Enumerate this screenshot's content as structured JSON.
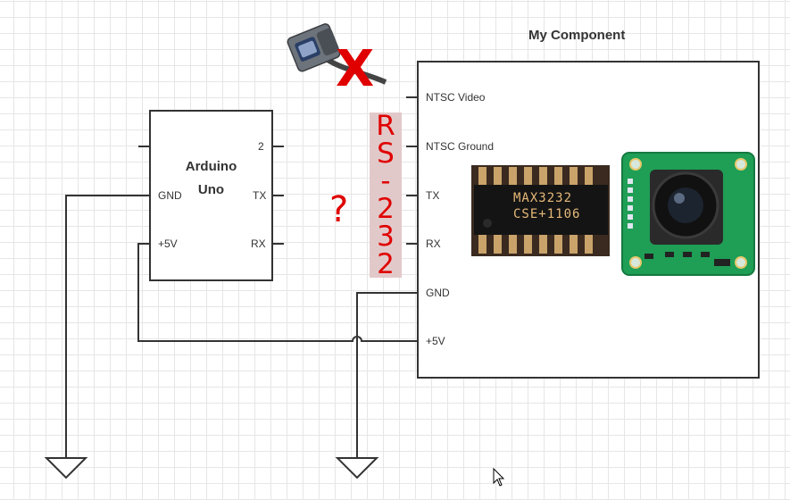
{
  "components": {
    "arduino": {
      "name_line1": "Arduino",
      "name_line2": "Uno",
      "pins": {
        "gnd": "GND",
        "vcc": "+5V",
        "pin2": "2",
        "tx": "TX",
        "rx": "RX"
      }
    },
    "my_component": {
      "title": "My Component",
      "pins": {
        "ntsc_video": "NTSC Video",
        "ntsc_ground": "NTSC Ground",
        "tx": "TX",
        "rx": "RX",
        "gnd": "GND",
        "vcc": "+5V"
      }
    }
  },
  "annotations": {
    "rs232_chars": [
      "R",
      "S",
      "-",
      "2",
      "3",
      "2"
    ],
    "question_mark": "?",
    "x_mark": "X",
    "annotation_color": "#e00000"
  },
  "images": {
    "max3232_chip": {
      "text_line1": "MAX3232",
      "text_line2": "CSE+1106"
    },
    "camera_board": {},
    "serial_connector": {}
  }
}
